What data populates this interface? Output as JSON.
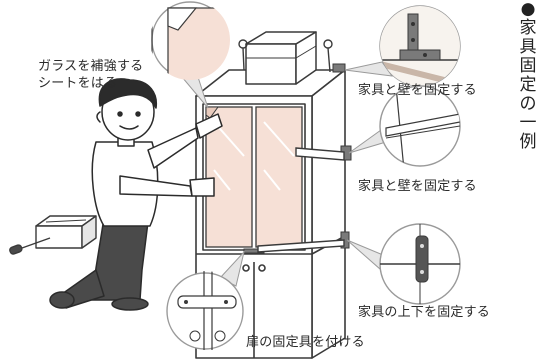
{
  "labels": {
    "glass": [
      "ガラスを補強する",
      "シートをはる"
    ],
    "wall_top": "家具と壁を固定する",
    "wall_middle": "家具と壁を固定する",
    "upper_lower": "家具の上下を固定する",
    "door_lock": "扉の固定具を付ける"
  },
  "side_text": "●家具固定の一例",
  "colors": {
    "outline": "#3a3a3a",
    "glass_tint": "#f6e0d6",
    "skin": "#ffffff",
    "hair": "#2b2b2b",
    "pants": "#4a4a4a",
    "metal": "#7a7a7a",
    "lens_bg": "#ffffff",
    "lens_border": "#9a9a9a"
  }
}
